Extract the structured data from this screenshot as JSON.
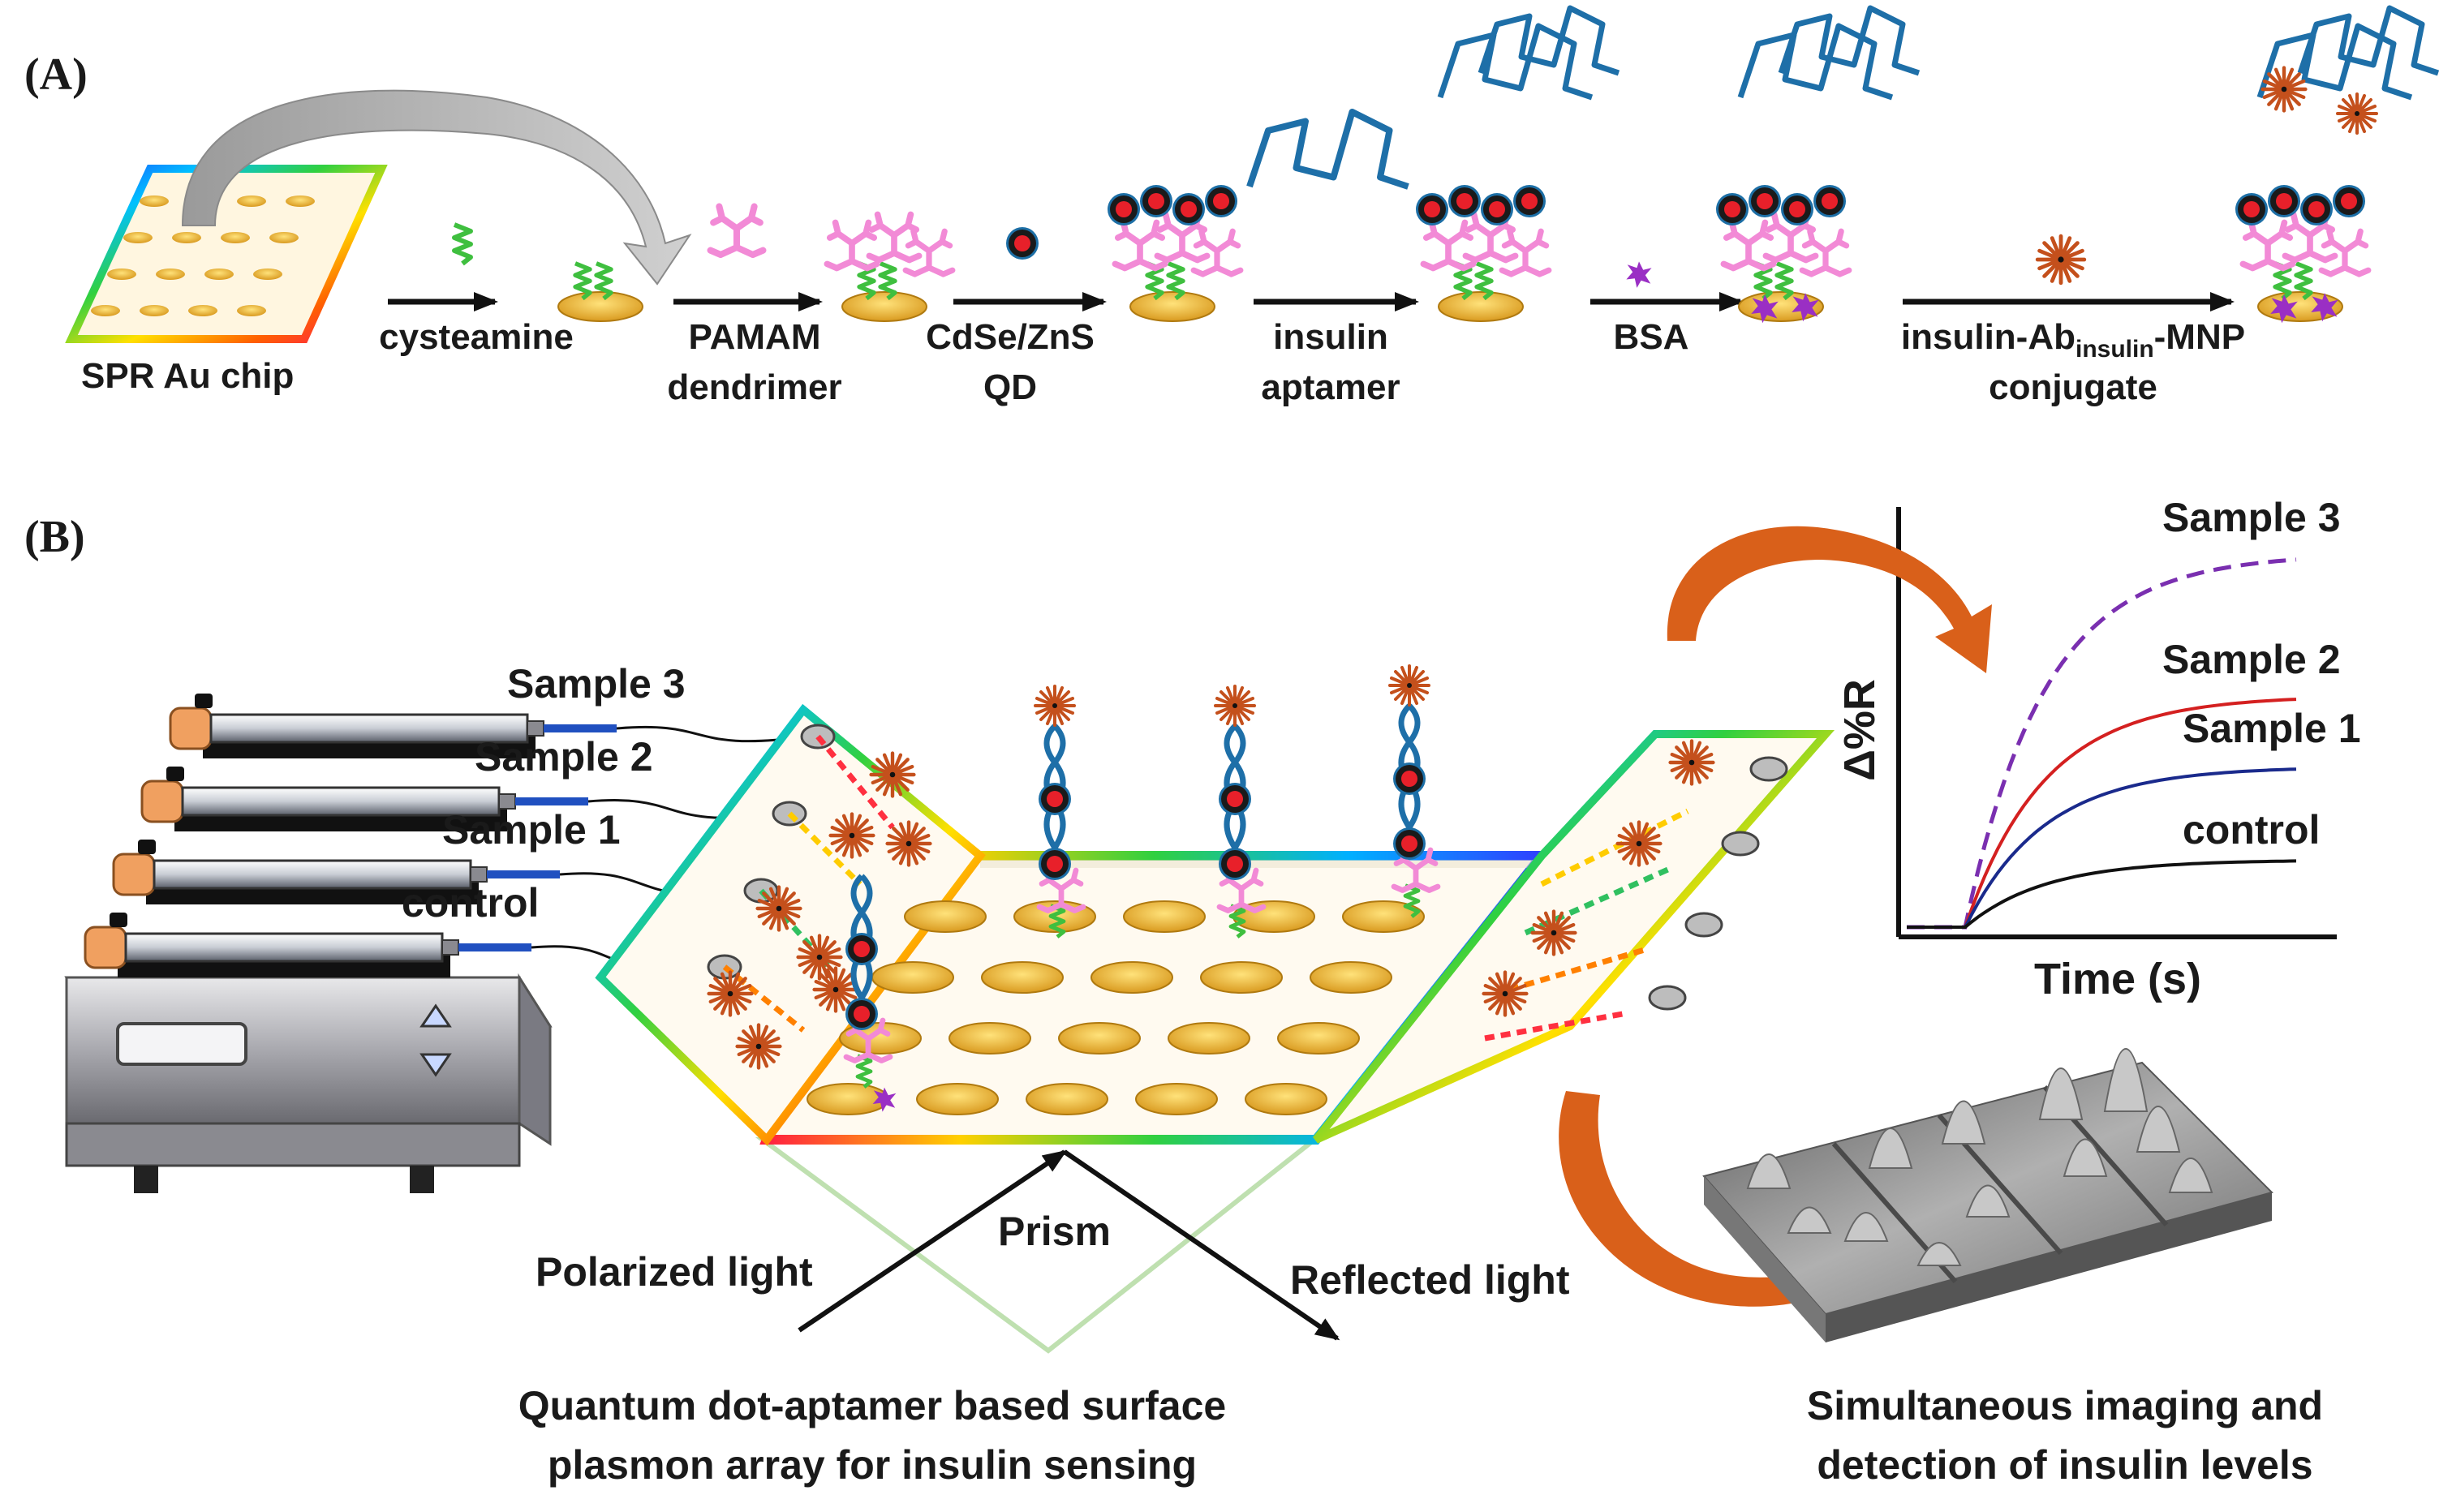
{
  "panel_a": {
    "label": "(A)",
    "chip_label": "SPR Au chip",
    "steps": [
      {
        "line1": "cysteamine",
        "line2": ""
      },
      {
        "line1": "PAMAM",
        "line2": "dendrimer"
      },
      {
        "line1": "CdSe/ZnS",
        "line2": "QD"
      },
      {
        "line1": "insulin",
        "line2": "aptamer"
      },
      {
        "line1": "BSA",
        "line2": ""
      },
      {
        "line1_pre": "insulin-Ab",
        "line1_sub": "insulin",
        "line1_post": "-MNP",
        "line2": "conjugate"
      }
    ]
  },
  "panel_b": {
    "label": "(B)",
    "syringe_labels": [
      "Sample 3",
      "Sample 2",
      "Sample 1",
      "control"
    ],
    "optics": {
      "polarized": "Polarized light",
      "prism": "Prism",
      "reflected": "Reflected light"
    },
    "caption_left": [
      "Quantum dot-aptamer based surface",
      "plasmon array for insulin sensing"
    ],
    "caption_right": [
      "Simultaneous imaging and",
      "detection of insulin levels"
    ]
  },
  "colors": {
    "aptamer": "#1e6fa8",
    "dendrimer": "#f28ad6",
    "cysteamine": "#3fbf3f",
    "gold": "#f2b53a",
    "qd_core": "#e8202a",
    "mnp": "#c4501c",
    "bsa": "#9a2fc4",
    "arrow_orange": "#d9601a"
  },
  "chart_data": {
    "type": "line",
    "xlabel": "Time (s)",
    "ylabel": "Δ%R",
    "series": [
      {
        "name": "Sample 3",
        "color": "#7a2fb0",
        "dash": true,
        "plateau": 1.0
      },
      {
        "name": "Sample 2",
        "color": "#d42020",
        "dash": false,
        "plateau": 0.62
      },
      {
        "name": "Sample 1",
        "color": "#1a2a8c",
        "dash": false,
        "plateau": 0.43
      },
      {
        "name": "control",
        "color": "#111111",
        "dash": false,
        "plateau": 0.18
      }
    ]
  }
}
